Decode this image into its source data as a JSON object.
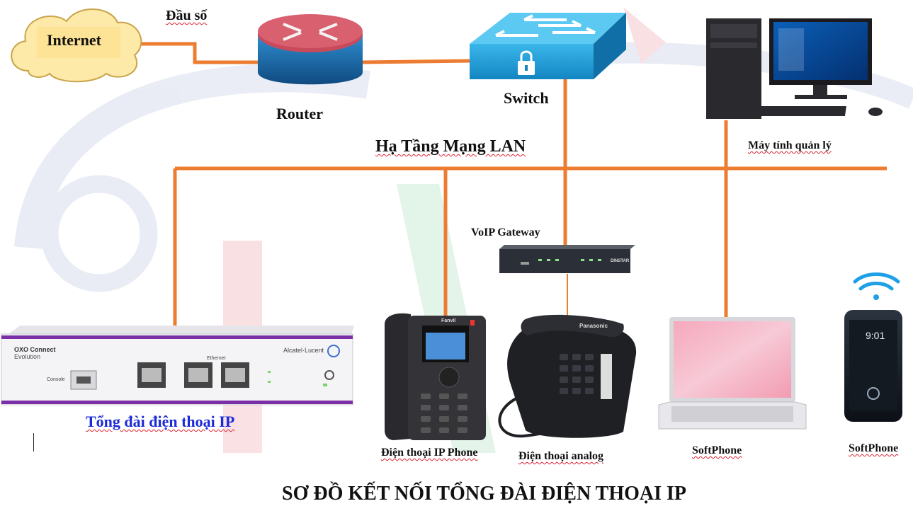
{
  "labels": {
    "internet": "Internet",
    "isp_number": "Đầu số",
    "router": "Router",
    "switch": "Switch",
    "lan": "Hạ Tầng Mạng LAN",
    "admin_pc": "Máy tính quản lý",
    "voip_gateway": "VoIP Gateway",
    "ip_pbx": "Tổng đài điện thoại IP",
    "ip_phone": "Điện thoại IP Phone",
    "analog_phone": "Điện thoại analog",
    "softphone_laptop": "SoftPhone",
    "softphone_mobile": "SoftPhone",
    "footer_title": "SƠ ĐỒ KẾT NỐI TỔNG ĐÀI ĐIỆN THOẠI IP"
  },
  "device_text": {
    "pbx_brand_line1": "OXO Connect",
    "pbx_brand_line2": "Evolution",
    "pbx_vendor": "Alcatel·Lucent",
    "pbx_console": "Console",
    "pbx_ethernet": "Ethernet",
    "gateway_brand": "DINSTAR",
    "ip_phone_brand": "Fanvil",
    "analog_brand": "Panasonic",
    "mobile_time": "9:01"
  },
  "colors": {
    "cable": "#ec7c31",
    "router_top": "#c94a5a",
    "router_body": "#1f6fb0",
    "switch_blue": "#1aa0d8",
    "pbx_accent": "#7a2fa6",
    "title_blue": "#1b2ad6"
  }
}
